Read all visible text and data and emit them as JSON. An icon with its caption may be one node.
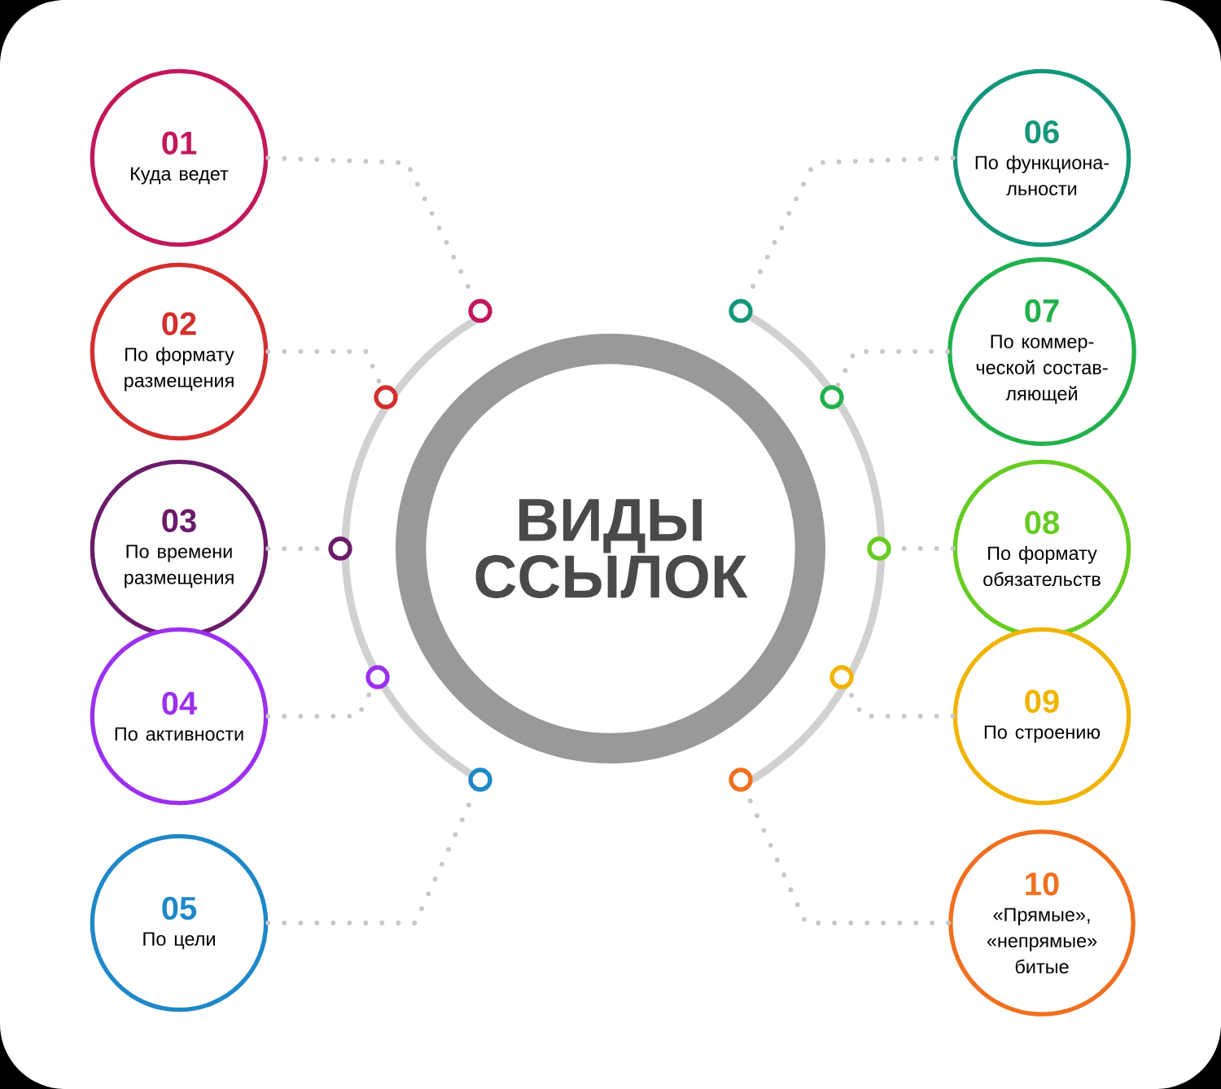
{
  "diagram": {
    "nodes": [
      {
        "text": [
          "ВИДЫ ССЫЛОК"
        ]
      },
      {
        "text": [
          "01",
          "Куда ведет"
        ]
      },
      {
        "text": [
          "02",
          "По формату размещения"
        ]
      },
      {
        "text": [
          "03",
          "По времени размещения"
        ]
      },
      {
        "text": [
          "04",
          "По активности"
        ]
      },
      {
        "text": [
          "05",
          "По цели"
        ]
      },
      {
        "text": [
          "06",
          "По функциона-льности"
        ]
      },
      {
        "text": [
          "07",
          "По коммер-ческой состав-ляющей"
        ]
      },
      {
        "text": [
          "08",
          "По формату обязательств"
        ]
      },
      {
        "text": [
          "09",
          "По строению"
        ]
      },
      {
        "text": [
          "10",
          "«Прямые», «непрямые» битые"
        ]
      },
      {
        "text": [],
        "shape": "circle"
      },
      {
        "text": [],
        "shape": "circle"
      },
      {
        "text": [],
        "shape": "circle"
      },
      {
        "text": [],
        "shape": "circle"
      },
      {
        "text": [],
        "shape": "circle"
      },
      {
        "text": [],
        "shape": "circle"
      },
      {
        "text": [],
        "shape": "circle"
      },
      {
        "text": [],
        "shape": "circle"
      },
      {
        "text": [],
        "shape": "circle"
      },
      {
        "text": [],
        "shape": "circle"
      }
    ],
    "edges": [
      {
        "from": 1,
        "to": 11,
        "arrow": "none"
      },
      {
        "from": 2,
        "to": 12,
        "arrow": "none"
      },
      {
        "from": 3,
        "to": 13,
        "arrow": "none"
      },
      {
        "from": 4,
        "to": 14,
        "arrow": "none"
      },
      {
        "from": 5,
        "to": 15,
        "arrow": "none"
      },
      {
        "from": 6,
        "to": 16,
        "arrow": "none"
      },
      {
        "from": 7,
        "to": 17,
        "arrow": "none"
      },
      {
        "from": 8,
        "to": 18,
        "arrow": "none"
      },
      {
        "from": 9,
        "to": 19,
        "arrow": "none"
      },
      {
        "from": 10,
        "to": 20,
        "arrow": "none"
      }
    ]
  }
}
